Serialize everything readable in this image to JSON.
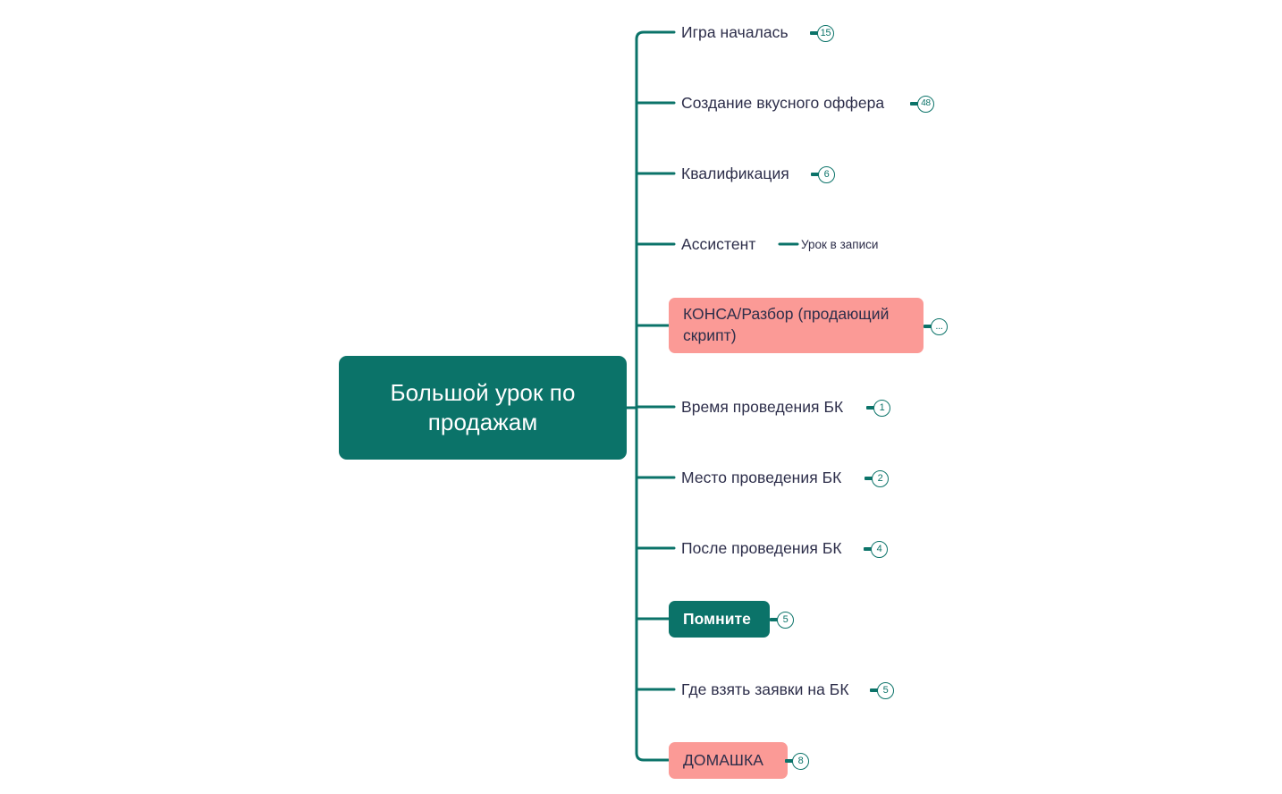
{
  "theme": {
    "accent_teal": "#0b7369",
    "accent_pink": "#fb9a96",
    "text_dark": "#2d2e4a",
    "text_light": "#ffffff",
    "background": "#ffffff"
  },
  "map": {
    "root": {
      "label": "Большой урок по\nпродажам",
      "style": "fill-teal"
    },
    "branches": [
      {
        "label": "Игра началась",
        "style": "plain",
        "badge": "15",
        "children": []
      },
      {
        "label": "Создание вкусного оффера",
        "style": "plain",
        "badge": "48",
        "children": []
      },
      {
        "label": "Квалификация",
        "style": "plain",
        "badge": "6",
        "children": []
      },
      {
        "label": "Ассистент",
        "style": "plain",
        "badge": null,
        "children": [
          {
            "label": "Урок в записи"
          }
        ]
      },
      {
        "label": "КОНСА/Разбор (продающий\nскрипт)",
        "style": "fill-pink",
        "badge": "...",
        "children": []
      },
      {
        "label": "Время проведения БК",
        "style": "plain",
        "badge": "1",
        "children": []
      },
      {
        "label": "Место проведения БК",
        "style": "plain",
        "badge": "2",
        "children": []
      },
      {
        "label": "После проведения БК",
        "style": "plain",
        "badge": "4",
        "children": []
      },
      {
        "label": "Помните",
        "style": "fill-teal",
        "badge": "5",
        "children": []
      },
      {
        "label": "Где взять заявки на БК",
        "style": "plain",
        "badge": "5",
        "children": []
      },
      {
        "label": "ДОМАШКА",
        "style": "fill-pink",
        "badge": "8",
        "children": []
      }
    ]
  }
}
